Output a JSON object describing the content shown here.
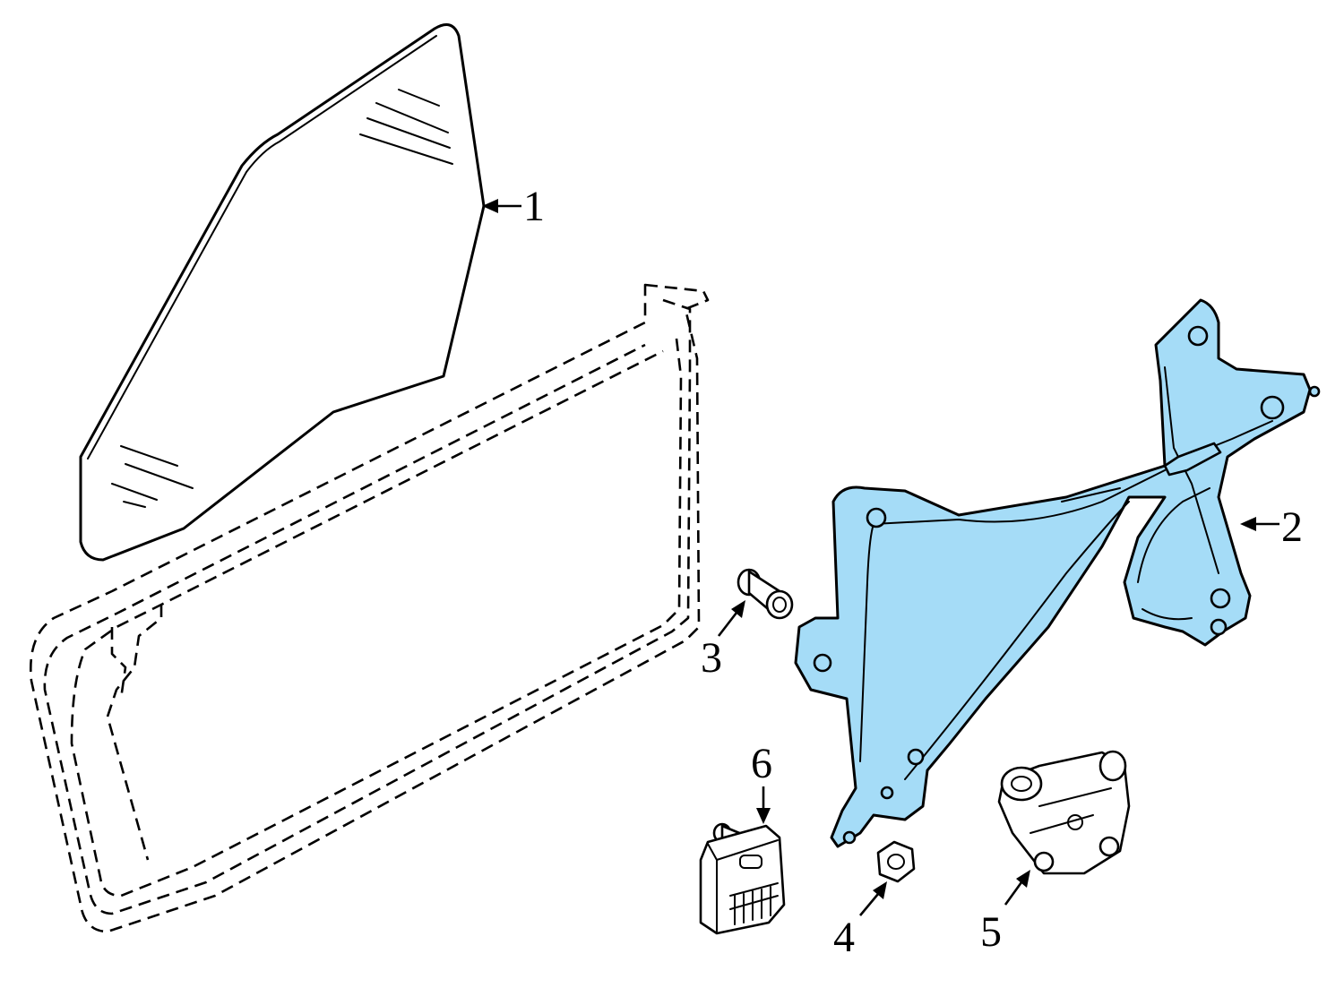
{
  "colors": {
    "highlight_fill": "#a5dcf7",
    "line": "#000000",
    "background": "#ffffff"
  },
  "callouts": [
    {
      "number": "1",
      "part": "door-glass"
    },
    {
      "number": "2",
      "part": "window-regulator"
    },
    {
      "number": "3",
      "part": "bolt"
    },
    {
      "number": "4",
      "part": "nut"
    },
    {
      "number": "5",
      "part": "window-motor"
    },
    {
      "number": "6",
      "part": "control-module"
    }
  ]
}
